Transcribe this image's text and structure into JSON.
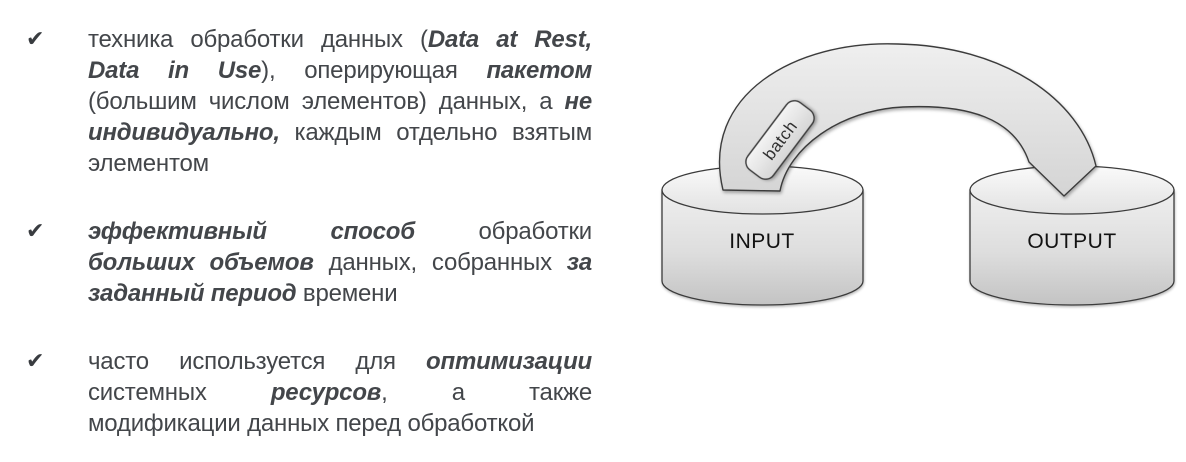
{
  "slide": {
    "bullet_marker": "✔",
    "bullets": [
      {
        "lines": [
          {
            "justify": true,
            "runs": [
              {
                "t": "техника обработки данных ("
              },
              {
                "t": "Data at Rest,",
                "em": true
              }
            ]
          },
          {
            "justify": true,
            "runs": [
              {
                "t": "Data in Use",
                "em": true
              },
              {
                "t": "), оперирующая "
              },
              {
                "t": "пакетом",
                "em": true
              }
            ]
          },
          {
            "justify": true,
            "runs": [
              {
                "t": "(большим числом элементов) данных, а "
              },
              {
                "t": "не",
                "em": true
              }
            ]
          },
          {
            "justify": true,
            "runs": [
              {
                "t": "индивидуально,",
                "em": true
              },
              {
                "t": " каждым отдельно взятым"
              }
            ]
          },
          {
            "justify": false,
            "runs": [
              {
                "t": "элементом"
              }
            ]
          }
        ]
      },
      {
        "lines": [
          {
            "justify": true,
            "runs": [
              {
                "t": "эффективный",
                "em": true
              },
              {
                "t": " "
              },
              {
                "t": "способ",
                "em": true
              },
              {
                "t": " обработки"
              }
            ]
          },
          {
            "justify": true,
            "runs": [
              {
                "t": "больших объемов",
                "em": true
              },
              {
                "t": " данных, собранных "
              },
              {
                "t": "за",
                "em": true
              }
            ]
          },
          {
            "justify": false,
            "runs": [
              {
                "t": "заданный период",
                "em": true
              },
              {
                "t": " времени"
              }
            ]
          }
        ]
      },
      {
        "lines": [
          {
            "justify": true,
            "runs": [
              {
                "t": "часто используется для "
              },
              {
                "t": "оптимизации",
                "em": true
              }
            ]
          },
          {
            "justify": true,
            "runs": [
              {
                "t": "системных "
              },
              {
                "t": "ресурсов",
                "em": true
              },
              {
                "t": ", а также"
              }
            ]
          },
          {
            "justify": false,
            "runs": [
              {
                "t": "модификации данных перед обработкой"
              }
            ]
          }
        ]
      }
    ]
  },
  "diagram": {
    "input_label": "INPUT",
    "output_label": "OUTPUT",
    "arrow_label": "batch"
  },
  "colors": {
    "text": "#43464a",
    "outline": "#3b3b3b",
    "shape_light": "#f2f2f2",
    "shape_dark": "#c9c9c9"
  }
}
